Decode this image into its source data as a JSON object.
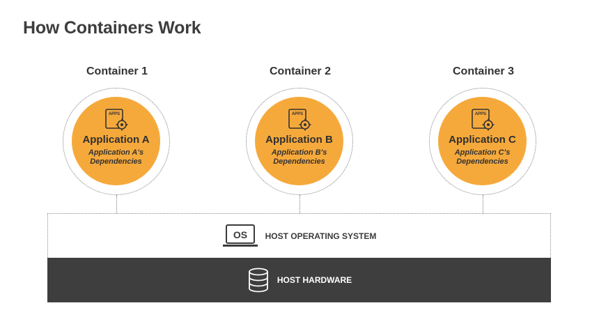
{
  "title": "How Containers Work",
  "containers": [
    {
      "label": "Container 1",
      "icon_text": "APPS",
      "app": "Application A",
      "deps_line1": "Application A's",
      "deps_line2": "Dependencies"
    },
    {
      "label": "Container 2",
      "icon_text": "APPS",
      "app": "Application B",
      "deps_line1": "Application B's",
      "deps_line2": "Dependencies"
    },
    {
      "label": "Container 3",
      "icon_text": "APPS",
      "app": "Application C",
      "deps_line1": "Application C's",
      "deps_line2": "Dependencies"
    }
  ],
  "os_layer": {
    "icon_text": "OS",
    "label": "HOST OPERATING SYSTEM",
    "icon": "laptop-os-icon"
  },
  "hw_layer": {
    "label": "HOST HARDWARE",
    "icon": "database-icon"
  },
  "colors": {
    "app_circle": "#f6a93b",
    "hardware": "#3e3e3e",
    "text": "#3a3a3a"
  }
}
